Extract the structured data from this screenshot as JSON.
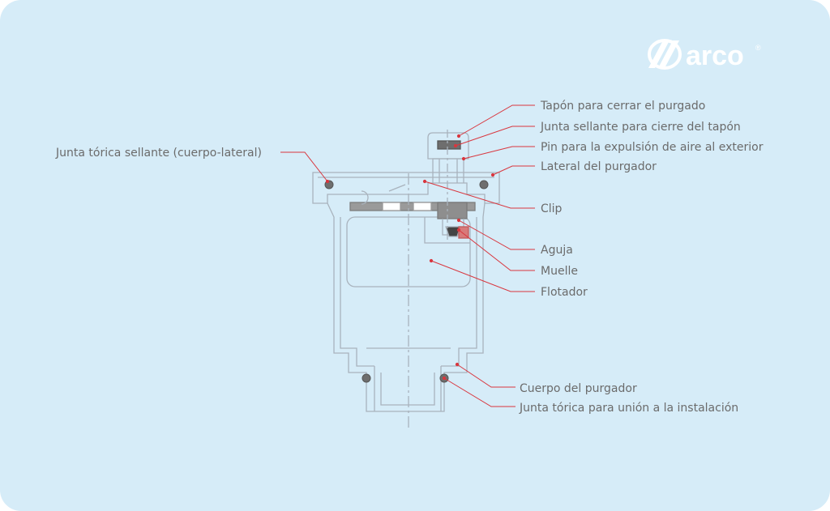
{
  "brand": {
    "name": "arco",
    "registered": "®"
  },
  "labels": {
    "tapon": "Tapón para cerrar el purgado",
    "junta_sellante": "Junta sellante para cierre del tapón",
    "pin": "Pin para la expulsión de aire al exterior",
    "lateral": "Lateral del purgador",
    "clip": "Clip",
    "aguja": "Aguja",
    "muelle": "Muelle",
    "flotador": "Flotador",
    "cuerpo": "Cuerpo del purgador",
    "junta_union": "Junta tórica para unión a la instalación",
    "junta_lateral": "Junta tórica sellante (cuerpo-lateral)"
  },
  "colors": {
    "background": "#d6ecf8",
    "outline": "#a9b3bd",
    "leader": "#d9363e",
    "label_text": "#6b6b6b",
    "seal": "#6e6e6e",
    "logo": "#ffffff"
  }
}
